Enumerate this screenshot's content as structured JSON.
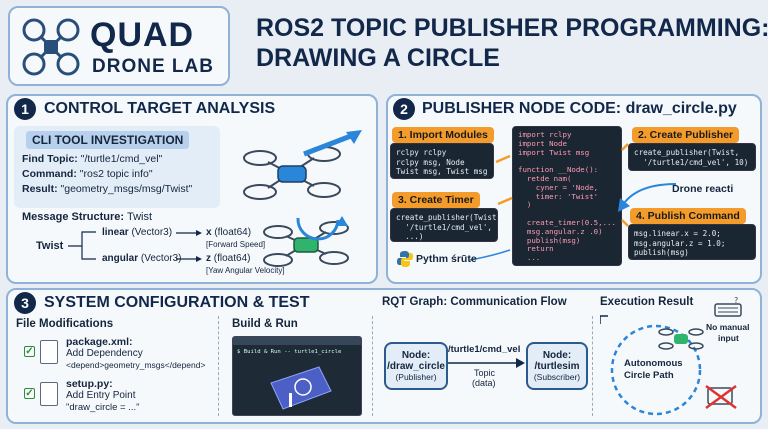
{
  "brand": {
    "line1": "QUAD",
    "line2": "DRONE LAB"
  },
  "title": {
    "line1": "ROS2 TOPIC PUBLISHER PROGRAMMING:",
    "line2": "DRAWING A CIRCLE"
  },
  "s1": {
    "num": "1",
    "title": "CONTROL TARGET ANALYSIS",
    "cli_title": "CLI TOOL INVESTIGATION",
    "find_label": "Find Topic:",
    "find_value": "\"/turtle1/cmd_vel\"",
    "cmd_label": "Command:",
    "cmd_value": "\"ros2 topic info\"",
    "res_label": "Result:",
    "res_value": "\"geometry_msgs/msg/Twist\"",
    "msg_label": "Message Structure:",
    "msg_value": "Twist",
    "twist": "Twist",
    "linear": "linear",
    "linear_type": "(Vector3)",
    "x": "x",
    "x_type": "(float64)",
    "x_desc": "[Forward Speed]",
    "angular": "angular",
    "angular_type": "(Vector3)",
    "z": "z",
    "z_type": "(float64)",
    "z_desc": "[Yaw Angular Velocity]"
  },
  "s2": {
    "num": "2",
    "title": "PUBLISHER NODE CODE: draw_circle.py",
    "t1": "1. Import Modules",
    "c1": "rclpy rclpy\nrclpy msg, Node\nTwist msg, Twist msg",
    "t2": "2. Create Publisher",
    "c2": "create_publisher(Twist,\n  '/turtle1/cmd_vel', 10)",
    "t3": "3. Create Timer",
    "c3": "create_publisher(Twist,\n  '/turtle1/cmd_vel',\n  ...)",
    "t4": "4. Publish Command",
    "c4": "msg.linear.x = 2.0;\nmsg.angular.z = 1.0;\npublish(msg)",
    "main_code": "import rclpy\nimport Node\nimport Twist msg\n\nfunction __Node():\n  retde nam(\n    cyner = 'Node,\n    timer: 'Twist'\n  )\n\n  create_timer(0.5,...\n  msg.angular.z .0)\n  publish(msg)\n  return\n  ...",
    "drone_react": "Drone reacti",
    "python": "Pythm śrūte"
  },
  "s3": {
    "num": "3",
    "title": "SYSTEM CONFIGURATION & TEST",
    "file_mod": "File Modifications",
    "pkg_name": "package.xml:",
    "pkg_l1": "Add Dependency",
    "pkg_l2": "<depend>geometry_msgs</depend>",
    "setup_name": "setup.py:",
    "setup_l1": "Add Entry Point",
    "setup_l2": "\"draw_circle = ...\"",
    "build_title": "Build & Run",
    "terminal_text": "$ Build & Run -- turtle1_circle",
    "rqt_title": "RQT Graph: Communication Flow",
    "node1_name": "Node:",
    "node1_id": "/draw_circle",
    "node1_role": "(Publisher)",
    "topic": "/turtle1/cmd_vel",
    "topic_l1": "Topic",
    "topic_l2": "(data)",
    "node2_name": "Node:",
    "node2_id": "/turtlesim",
    "node2_role": "(Subscriber)",
    "exec_title": "Execution Result",
    "auto_l1": "Autonomous",
    "auto_l2": "Circle Path",
    "no_manual_l1": "No manual",
    "no_manual_l2": "input"
  },
  "colors": {
    "navy": "#12284a",
    "orange": "#f39c2b",
    "panel_border": "#8fb2d6",
    "code_bg": "#1b2633",
    "accent_blue": "#2a86d8",
    "drone_green": "#2fb36d"
  }
}
